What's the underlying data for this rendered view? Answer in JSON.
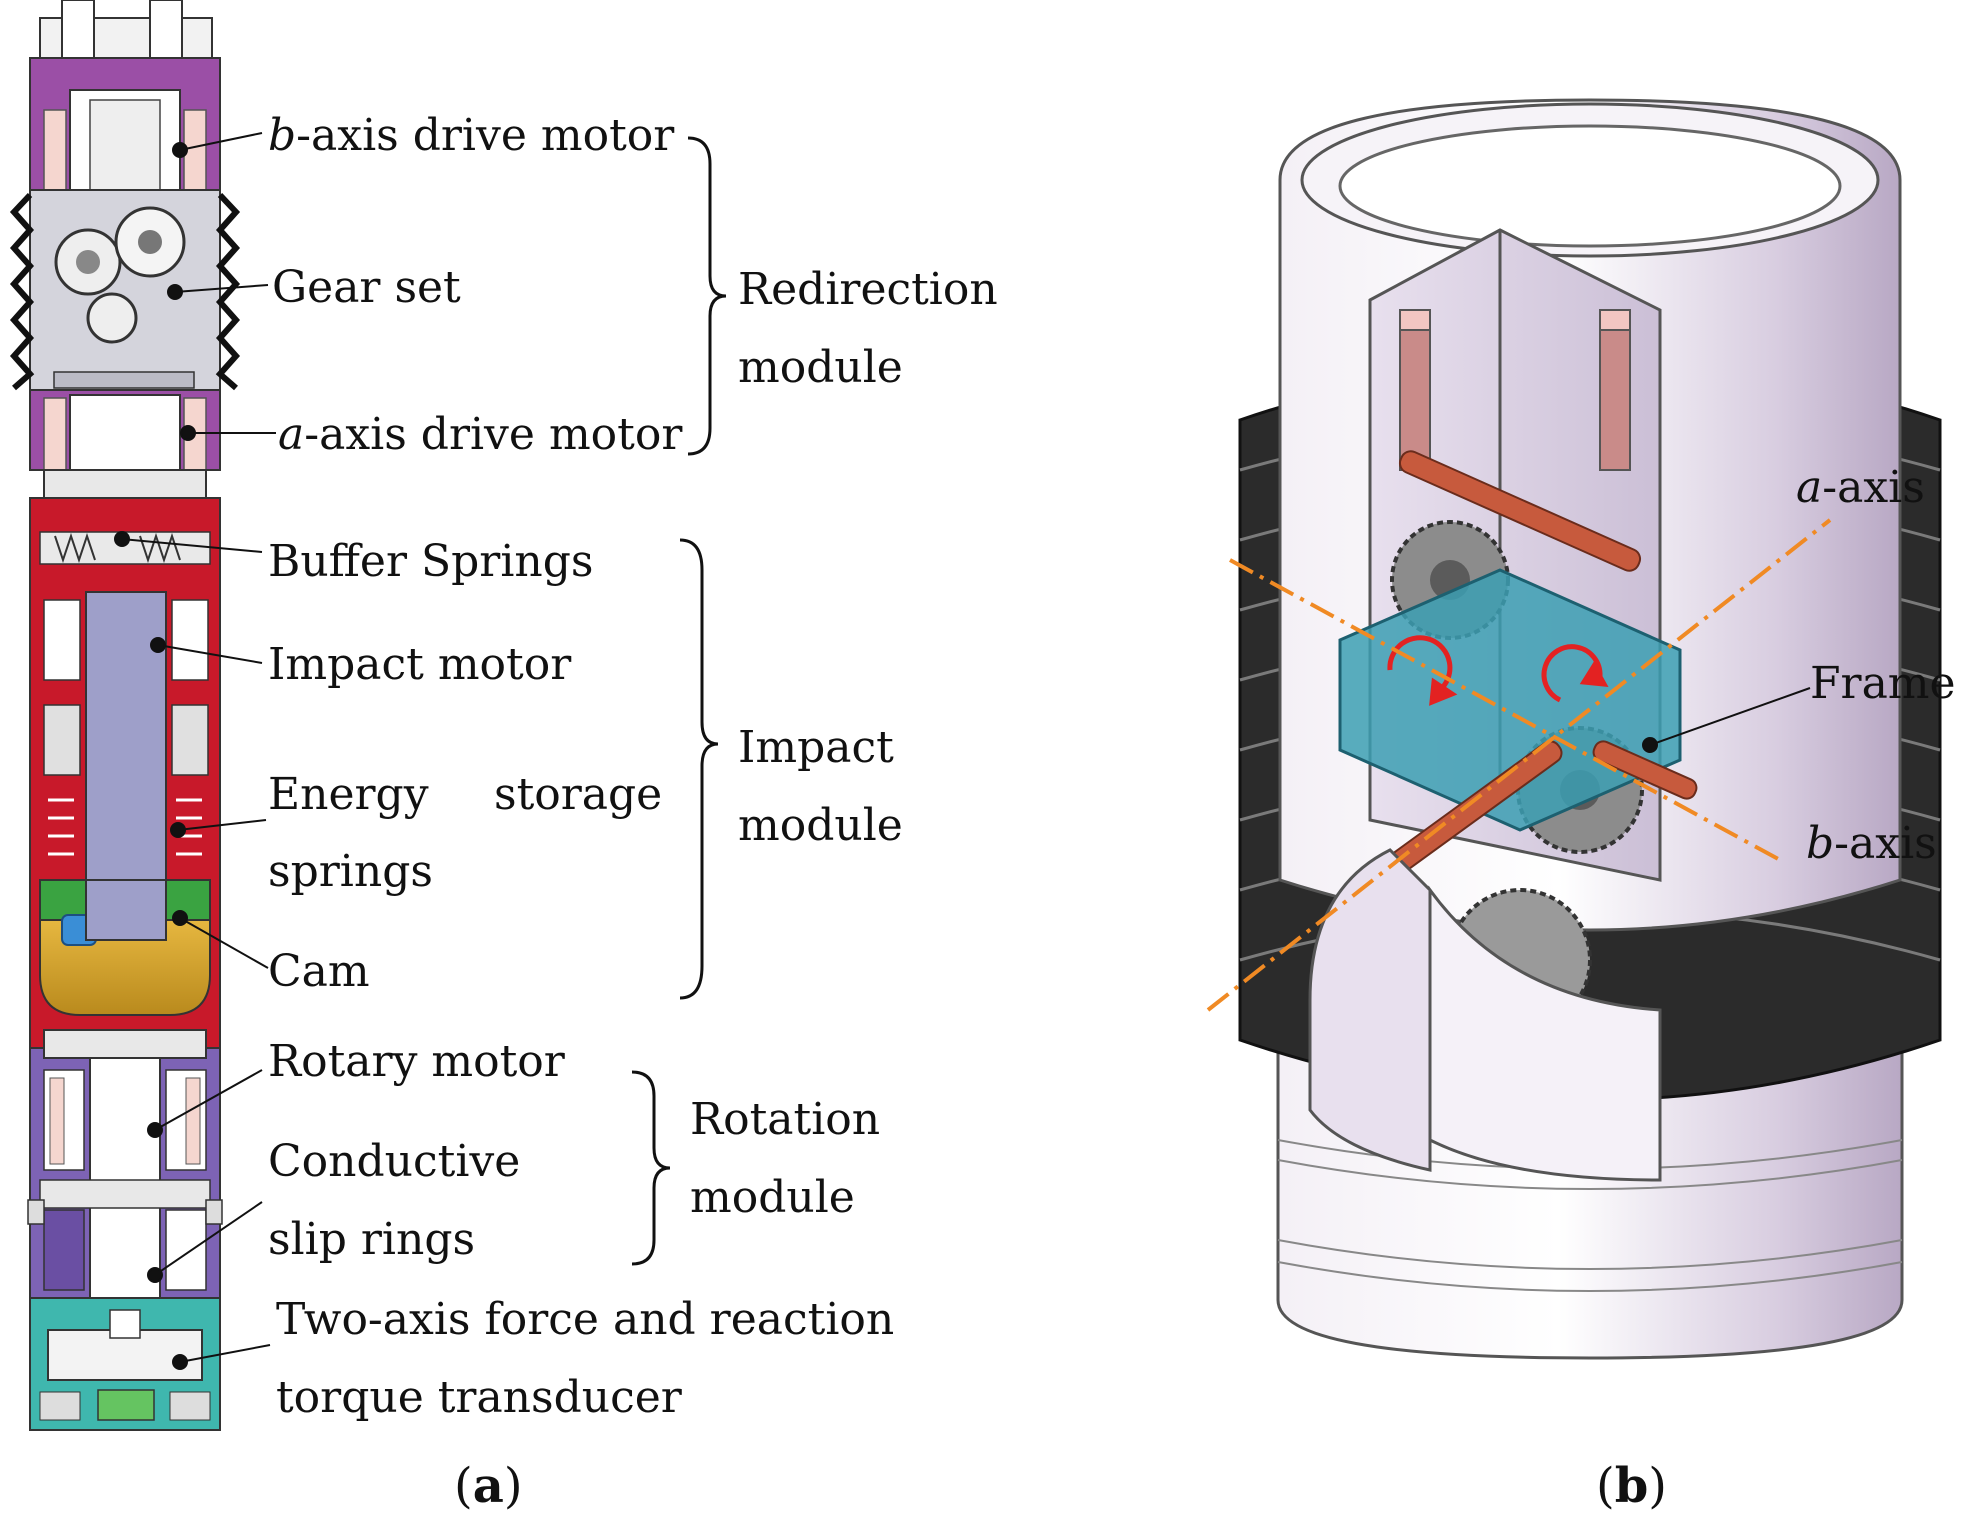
{
  "figure": {
    "panel_a": {
      "caption_letter": "a",
      "labels": {
        "b_motor_axis": "b",
        "b_motor_rest": "-axis drive motor",
        "gear_set": "Gear set",
        "a_motor_axis": "a",
        "a_motor_rest": "-axis drive motor",
        "buffer_springs": "Buffer Springs",
        "impact_motor": "Impact motor",
        "energy_word1": "Energy",
        "energy_word2": "storage",
        "energy_line2": "springs",
        "cam": "Cam",
        "rotary_motor": "Rotary motor",
        "slip_line1": "Conductive",
        "slip_line2": "slip rings",
        "transducer_line1": "Two-axis force and reaction",
        "transducer_line2": "torque transducer"
      },
      "modules": {
        "redirection_line1": "Redirection",
        "redirection_line2": "module",
        "impact_line1": "Impact",
        "impact_line2": "module",
        "rotation_line1": "Rotation",
        "rotation_line2": "module"
      }
    },
    "panel_b": {
      "caption_letter": "b",
      "labels": {
        "a_axis_letter": "a",
        "a_axis_rest": "-axis",
        "frame": "Frame",
        "b_axis_letter": "b",
        "b_axis_rest": "-axis"
      }
    },
    "colors": {
      "redirection": "#9b4fa6",
      "impact": "#c8192a",
      "rotation": "#7d63b5",
      "transducer": "#3fb7ae",
      "cam": "#d3a22c",
      "bellows": "#2b2b2b",
      "shell": "#dcd4e0",
      "rod": "#c75a3d",
      "axis_line": "#f08a24",
      "frame": "#3c9fb3",
      "arrow": "#e32222"
    }
  }
}
